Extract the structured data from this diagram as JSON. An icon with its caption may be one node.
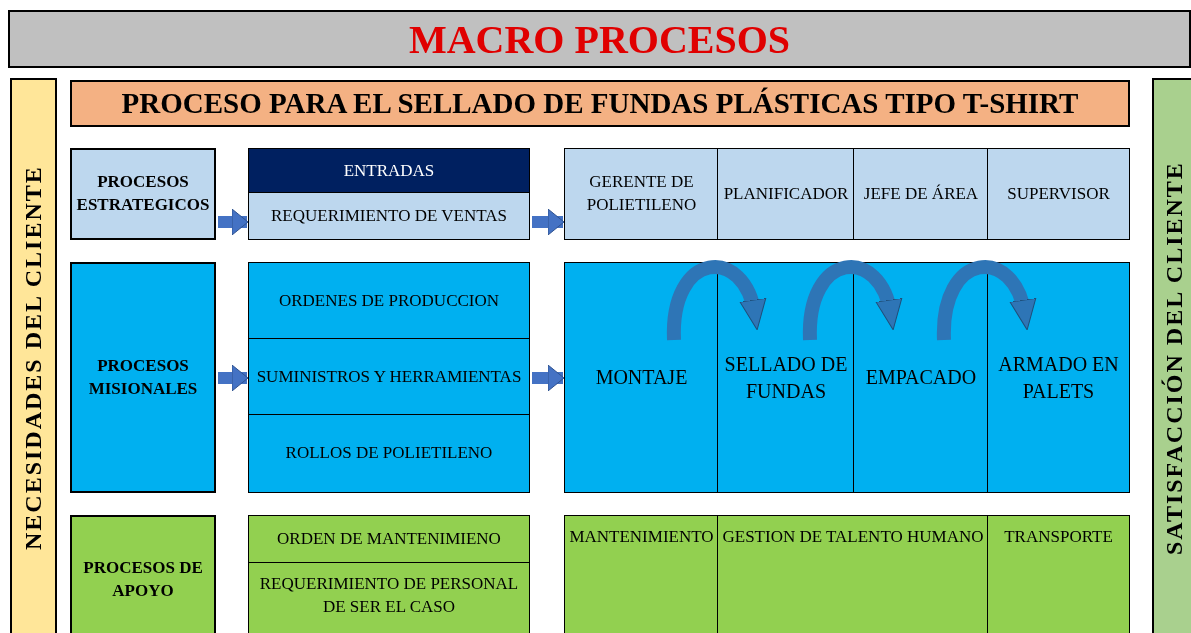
{
  "diagram": {
    "title": "MACRO PROCESOS",
    "nodes": [
      {
        "text": [
          "PROCESO PARA EL SELLADO DE FUNDAS PLÁSTICAS TIPO T-SHIRT"
        ]
      },
      {
        "text": [
          "NECESIDADES DEL CLIENTE"
        ]
      },
      {
        "text": [
          "SATISFACCIÓN DEL CLIENTE"
        ]
      },
      {
        "text": [
          "PROCESOS ESTRATEGICOS"
        ]
      },
      {
        "text": [],
        "shape": "box"
      },
      {
        "text": [
          "ENTRADAS"
        ],
        "in": 4
      },
      {
        "text": [
          "REQUERIMIENTO DE VENTAS"
        ],
        "in": 4
      },
      {
        "text": [],
        "shape": "box"
      },
      {
        "text": [
          "GERENTE DE POLIETILENO"
        ],
        "in": 7
      },
      {
        "text": [
          "PLANIFICADOR"
        ],
        "in": 7
      },
      {
        "text": [
          "JEFE DE ÁREA"
        ],
        "in": 7
      },
      {
        "text": [
          "SUPERVISOR"
        ],
        "in": 7
      },
      {
        "text": [
          "PROCESOS MISIONALES"
        ]
      },
      {
        "text": [],
        "shape": "box"
      },
      {
        "text": [
          "ORDENES DE PRODUCCION"
        ],
        "in": 13
      },
      {
        "text": [
          "SUMINISTROS Y HERRAMIENTAS"
        ],
        "in": 13
      },
      {
        "text": [
          "ROLLOS DE POLIETILENO"
        ],
        "in": 13
      },
      {
        "text": [],
        "shape": "box"
      },
      {
        "text": [
          "MONTAJE"
        ],
        "in": 17
      },
      {
        "text": [
          "SELLADO DE FUNDAS"
        ],
        "in": 17
      },
      {
        "text": [
          "EMPACADO"
        ],
        "in": 17
      },
      {
        "text": [
          "ARMADO EN PALETS"
        ],
        "in": 17
      },
      {
        "text": [
          "PROCESOS DE APOYO"
        ]
      },
      {
        "text": [],
        "shape": "box"
      },
      {
        "text": [
          "ORDEN DE MANTENIMIENO"
        ],
        "in": 23
      },
      {
        "text": [
          "REQUERIMIENTO DE PERSONAL DE SER EL CASO"
        ],
        "in": 23
      },
      {
        "text": [],
        "shape": "box"
      },
      {
        "text": [
          "MANTENIMIENTO"
        ],
        "in": 26
      },
      {
        "text": [
          "GESTION DE TALENTO HUMANO"
        ],
        "in": 26
      },
      {
        "text": [
          "TRANSPORTE"
        ],
        "in": 26
      }
    ],
    "edges": [
      {
        "from": 3,
        "to": 4,
        "arrow": "to"
      },
      {
        "from": 4,
        "to": 7,
        "arrow": "to"
      },
      {
        "from": 12,
        "to": 13,
        "arrow": "to"
      },
      {
        "from": 13,
        "to": 17,
        "arrow": "to"
      },
      {
        "from": 18,
        "to": 19,
        "arrow": "to"
      },
      {
        "from": 19,
        "to": 20,
        "arrow": "to"
      },
      {
        "from": 20,
        "to": 21,
        "arrow": "to"
      }
    ]
  }
}
